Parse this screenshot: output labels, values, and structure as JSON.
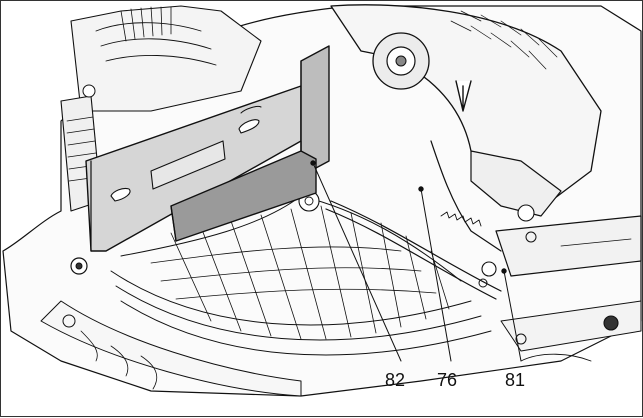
{
  "figure": {
    "labels": [
      {
        "text": "82",
        "part": "stop-extension"
      },
      {
        "text": "76",
        "part": "saw-blade-region"
      },
      {
        "text": "81",
        "part": "table-insert"
      }
    ]
  },
  "colors": {
    "line": "#111111",
    "gray_light": "#d6d6d6",
    "gray_mid": "#bdbdbd",
    "gray_dark": "#9a9a9a",
    "background": "#ffffff"
  }
}
